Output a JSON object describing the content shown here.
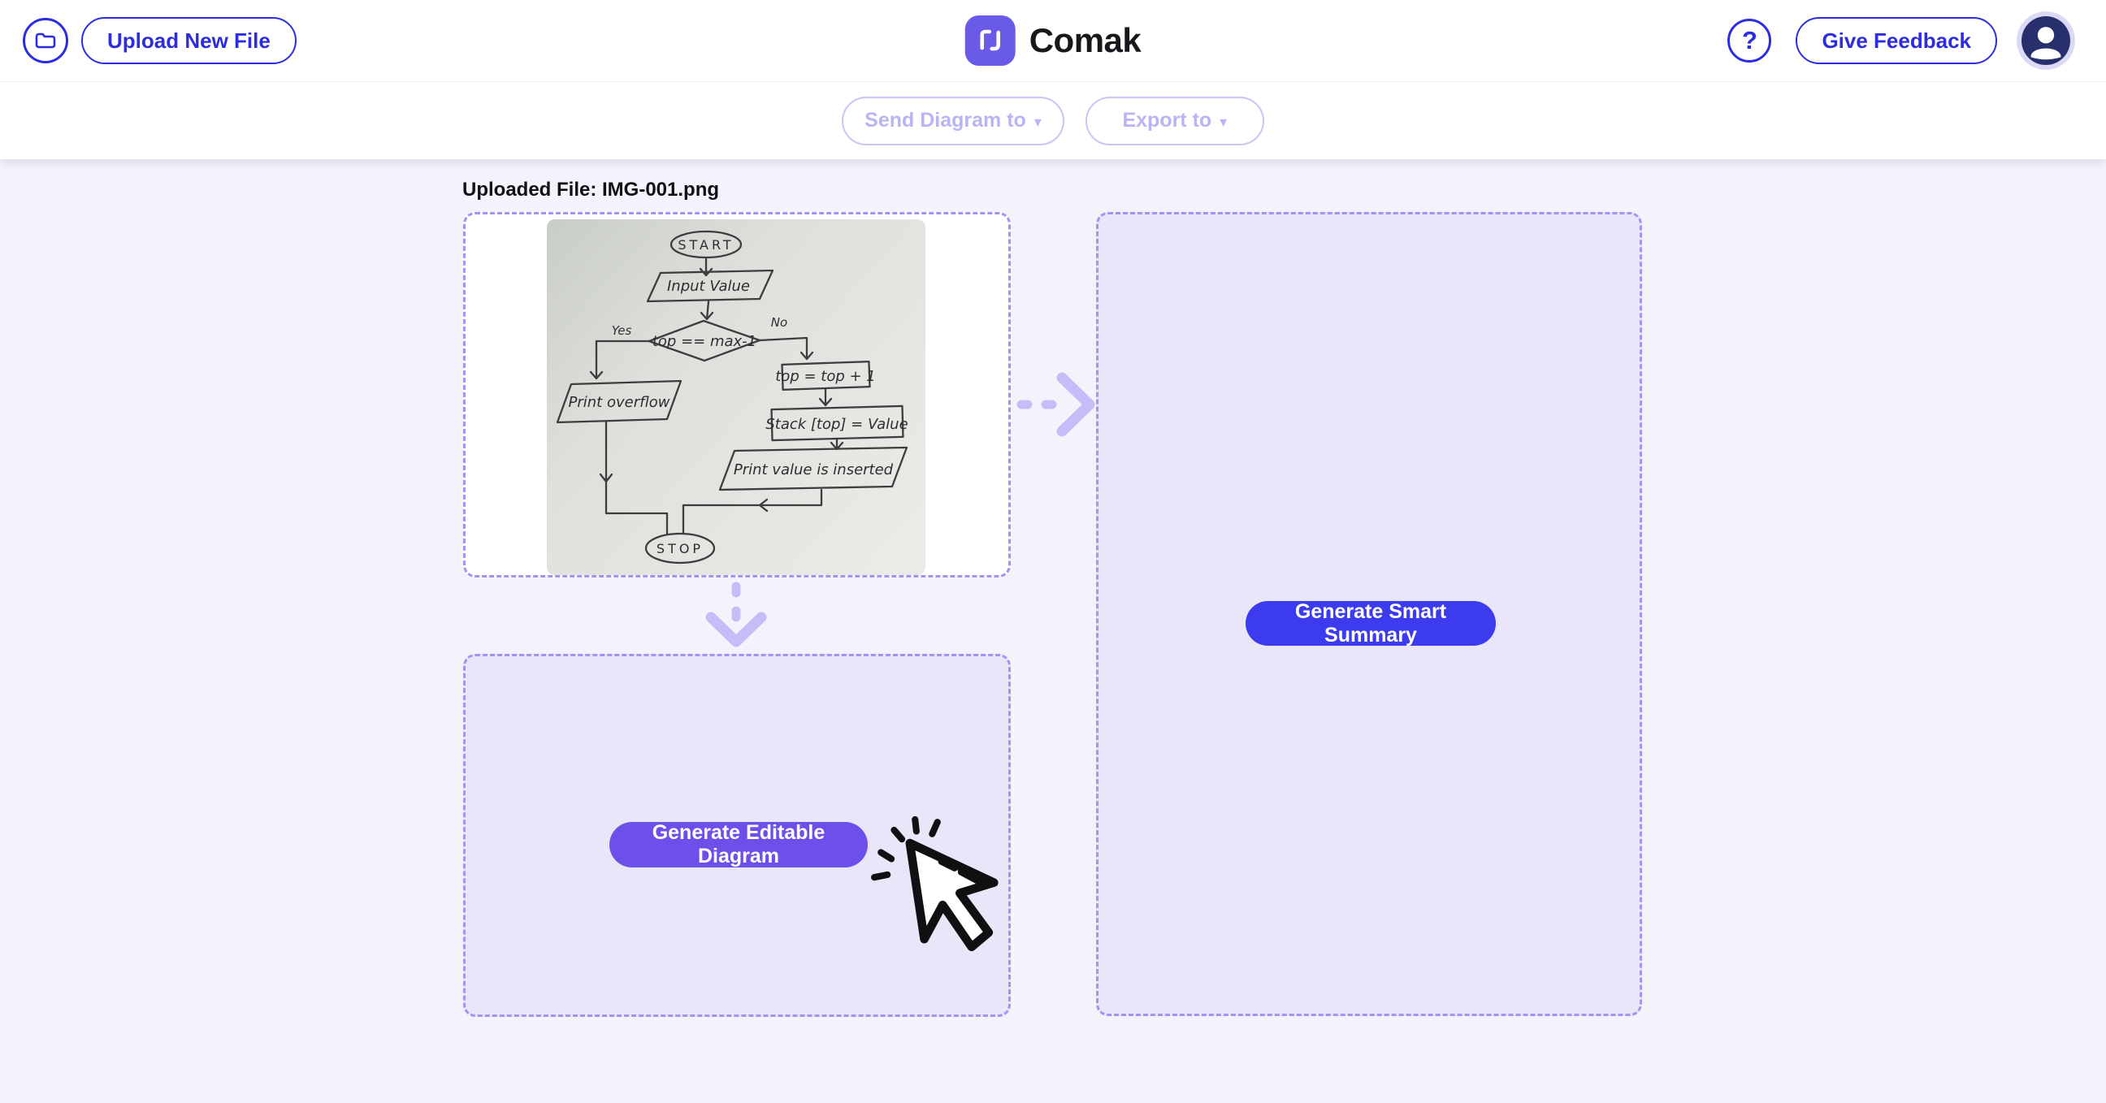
{
  "header": {
    "upload_button": "Upload New File",
    "brand": "Comak",
    "help_button": "?",
    "give_feedback_button": "Give Feedback"
  },
  "toolbar": {
    "send_diagram_button": "Send Diagram to",
    "export_button": "Export to",
    "caret": "▾"
  },
  "content": {
    "uploaded_file_label": "Uploaded File: IMG-001.png",
    "generate_editable_button": "Generate Editable Diagram",
    "generate_summary_button": "Generate Smart Summary"
  },
  "flowchart": {
    "start": "START",
    "input": "Input Value",
    "condition": "top == max-1",
    "yes_label": "Yes",
    "no_label": "No",
    "print_overflow": "Print overflow",
    "increment": "top = top + 1",
    "assign": "Stack [top] = Value",
    "print_inserted": "Print value is inserted",
    "stop": "STOP"
  },
  "colors": {
    "primary_blue": "#2d2de0",
    "brand_purple": "#6a5ae8",
    "summary_button": "#3c3cee",
    "editable_button": "#6d4fe9",
    "panel_border": "#a195f0",
    "panel_fill": "#e8e6f8",
    "page_background": "#f4f3fb",
    "flow_arrow": "#c7bcf8",
    "avatar_navy": "#272f6d",
    "disabled_button_text": "#b9b4f3"
  }
}
